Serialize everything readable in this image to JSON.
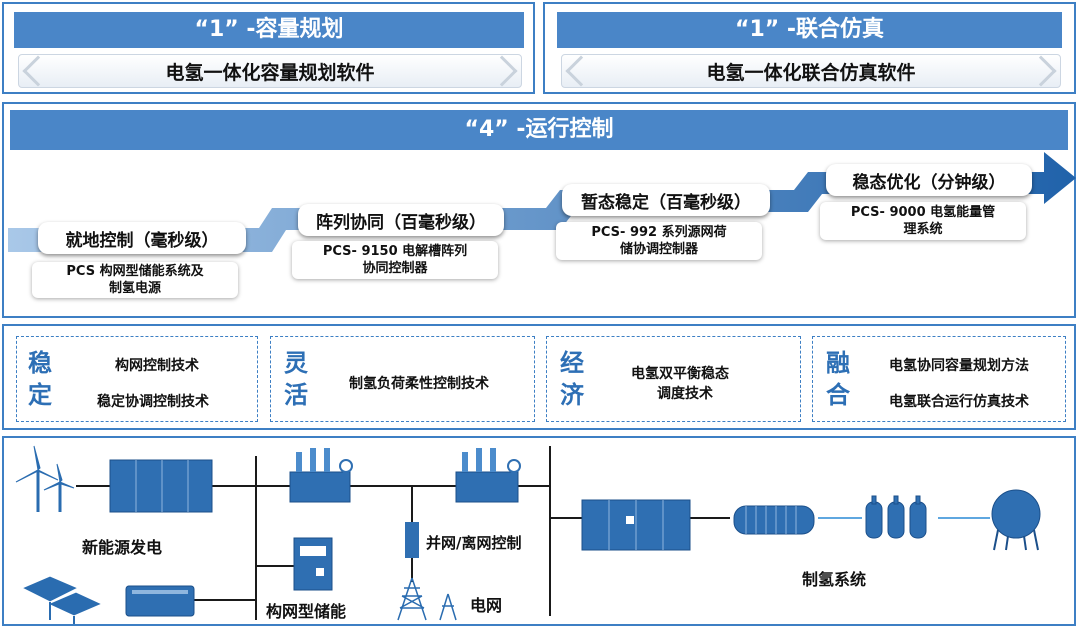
{
  "top_left": {
    "title": "“1” -容量规划",
    "subtitle": "电氢一体化容量规划软件"
  },
  "top_right": {
    "title": "“1” -联合仿真",
    "subtitle": "电氢一体化联合仿真软件"
  },
  "control": {
    "title": "“4” -运行控制",
    "steps": [
      {
        "label": "就地控制（毫秒级）",
        "desc": [
          "PCS  构网型储能系统及",
          "制氢电源"
        ]
      },
      {
        "label": "阵列协同（百毫秒级）",
        "desc": [
          "PCS- 9150 电解槽阵列",
          "协同控制器"
        ]
      },
      {
        "label": "暂态稳定（百毫秒级）",
        "desc": [
          "PCS- 992 系列源网荷",
          "储协调控制器"
        ]
      },
      {
        "label": "稳态优化（分钟级）",
        "desc": [
          "PCS- 9000 电氢能量管",
          "理系统"
        ]
      }
    ]
  },
  "features": [
    {
      "char1": "稳",
      "char2": "定",
      "techs": [
        "构网控制技术",
        "稳定协调控制技术"
      ]
    },
    {
      "char1": "灵",
      "char2": "活",
      "techs": [
        "制氢负荷柔性控制技术"
      ]
    },
    {
      "char1": "经",
      "char2": "济",
      "techs": [
        "电氢双平衡稳态",
        "调度技术"
      ]
    },
    {
      "char1": "融",
      "char2": "合",
      "techs": [
        "电氢协同容量规划方法",
        "电氢联合运行仿真技术"
      ]
    }
  ],
  "system": {
    "new_energy": "新能源发电",
    "storage": "构网型储能",
    "grid_control": "并网/离网控制",
    "grid": "电网",
    "hydrogen": "制氢系统"
  },
  "colors": {
    "primary": "#4a86c8",
    "border": "#3d7fc4",
    "arrow_dark": "#1f5fa8",
    "arrow_light": "#9fc0e4"
  }
}
